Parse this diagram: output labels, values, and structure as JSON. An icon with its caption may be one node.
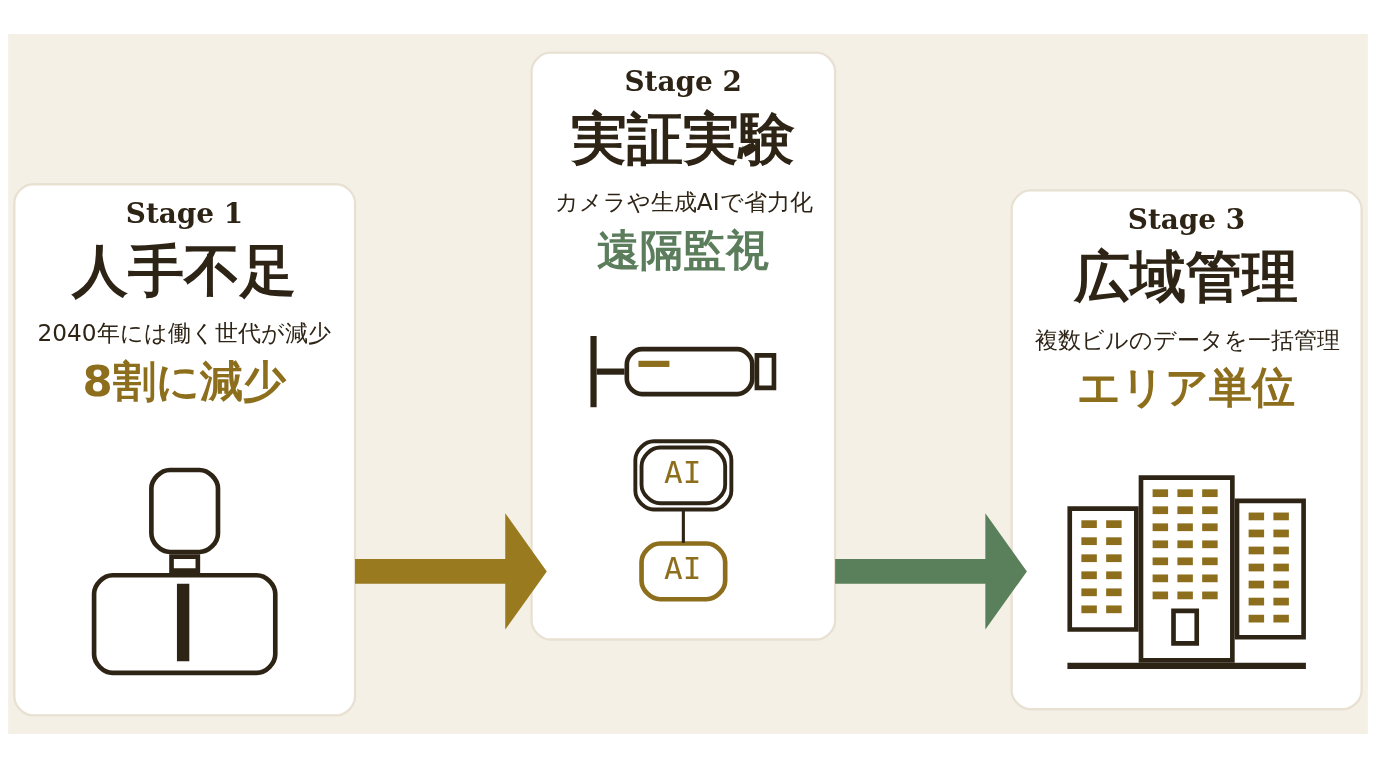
{
  "diagram": {
    "nodes": [
      {
        "text": [
          "Stage 1",
          "人手不足",
          "2040年には働く世代が減少",
          "8割に減少"
        ]
      },
      {
        "text": [],
        "shape": "person",
        "in": 0
      },
      {
        "text": [
          "Stage 2",
          "実証実験",
          "カメラや生成AIで省力化",
          "遠隔監視"
        ]
      },
      {
        "text": [],
        "shape": "camera",
        "in": 2
      },
      {
        "text": [
          "AI"
        ],
        "in": 2
      },
      {
        "text": [
          "AI"
        ],
        "in": 2
      },
      {
        "text": [
          "Stage 3",
          "広域管理",
          "複数ビルのデータを一括管理",
          "エリア単位"
        ]
      },
      {
        "text": [],
        "shape": "building",
        "in": 6
      }
    ],
    "edges": [
      {
        "from": 0,
        "to": 2,
        "arrow": "to",
        "color": "#9a7a1e"
      },
      {
        "from": 4,
        "to": 5,
        "arrow": "none",
        "color": "#2e2416"
      },
      {
        "from": 2,
        "to": 6,
        "arrow": "to",
        "color": "#5a7f5b"
      }
    ]
  }
}
